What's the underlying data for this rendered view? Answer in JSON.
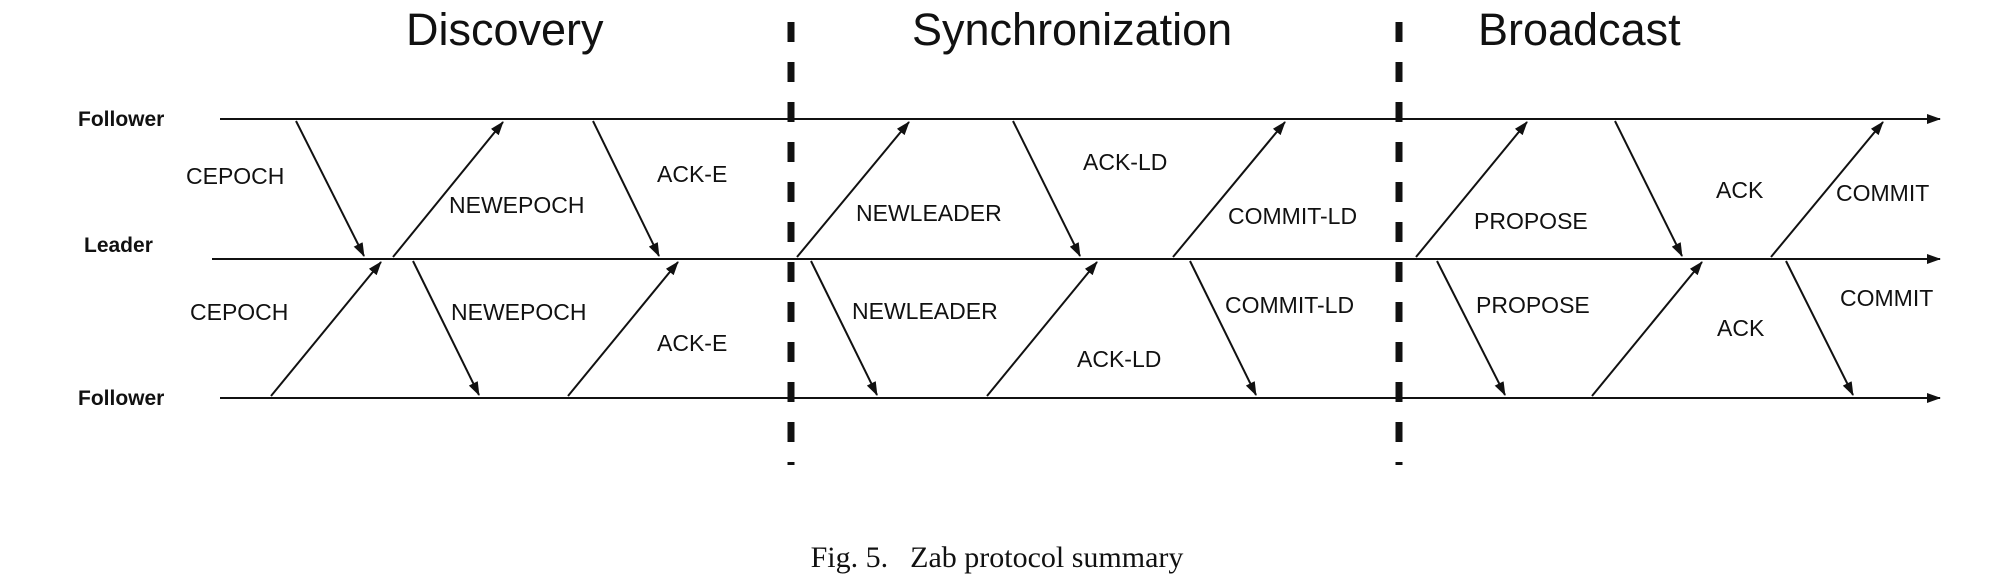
{
  "phases": [
    {
      "label": "Discovery"
    },
    {
      "label": "Synchronization"
    },
    {
      "label": "Broadcast"
    }
  ],
  "lanes": [
    {
      "label": "Follower"
    },
    {
      "label": "Leader"
    },
    {
      "label": "Follower"
    }
  ],
  "messages": [
    {
      "label": "CEPOCH"
    },
    {
      "label": "NEWEPOCH"
    },
    {
      "label": "ACK-E"
    },
    {
      "label": "CEPOCH"
    },
    {
      "label": "NEWEPOCH"
    },
    {
      "label": "ACK-E"
    },
    {
      "label": "NEWLEADER"
    },
    {
      "label": "ACK-LD"
    },
    {
      "label": "COMMIT-LD"
    },
    {
      "label": "NEWLEADER"
    },
    {
      "label": "ACK-LD"
    },
    {
      "label": "COMMIT-LD"
    },
    {
      "label": "PROPOSE"
    },
    {
      "label": "ACK"
    },
    {
      "label": "COMMIT"
    },
    {
      "label": "PROPOSE"
    },
    {
      "label": "ACK"
    },
    {
      "label": "COMMIT"
    }
  ],
  "caption": {
    "fig_number": "Fig. 5.",
    "text": "Zab protocol summary"
  },
  "colors": {
    "ink": "#111111",
    "background": "#ffffff"
  }
}
